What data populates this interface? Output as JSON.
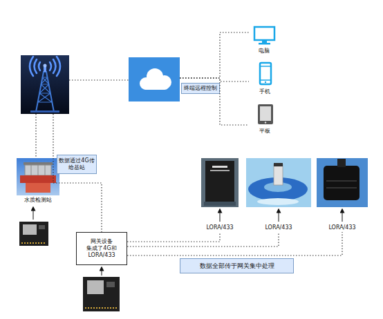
{
  "diagram": {
    "nodes": [
      {
        "text": []
      },
      {
        "text": []
      },
      {
        "text": [
          "电脑"
        ]
      },
      {
        "text": [
          "终端远程控制"
        ]
      },
      {
        "text": [
          "手机"
        ]
      },
      {
        "text": [
          "平板"
        ]
      },
      {
        "text": [
          "水质检测站"
        ]
      },
      {
        "text": [
          "数据通过4G传 给基站"
        ]
      },
      {
        "text": [
          "LORA/433"
        ]
      },
      {
        "text": [
          "LORA/433"
        ]
      },
      {
        "text": [
          "LORA/433"
        ]
      },
      {
        "text": [
          "网关设备 集成了4G和 LORA/433"
        ]
      },
      {
        "text": [
          "数据全部传于网关集中处理"
        ]
      }
    ],
    "edges": [
      {
        "from": 0,
        "to": 1,
        "arrow": "none"
      },
      {
        "from": 1,
        "to": 2,
        "arrow": "none"
      },
      {
        "from": 1,
        "to": 4,
        "arrow": "none"
      },
      {
        "from": 1,
        "to": 5,
        "arrow": "none"
      },
      {
        "from": 0,
        "to": 6,
        "arrow": "none"
      },
      {
        "from": 0,
        "to": 11,
        "arrow": "none"
      },
      {
        "from": 11,
        "to": 8,
        "arrow": "none"
      },
      {
        "from": 11,
        "to": 9,
        "arrow": "none"
      },
      {
        "from": 11,
        "to": 10,
        "arrow": "none"
      }
    ]
  }
}
